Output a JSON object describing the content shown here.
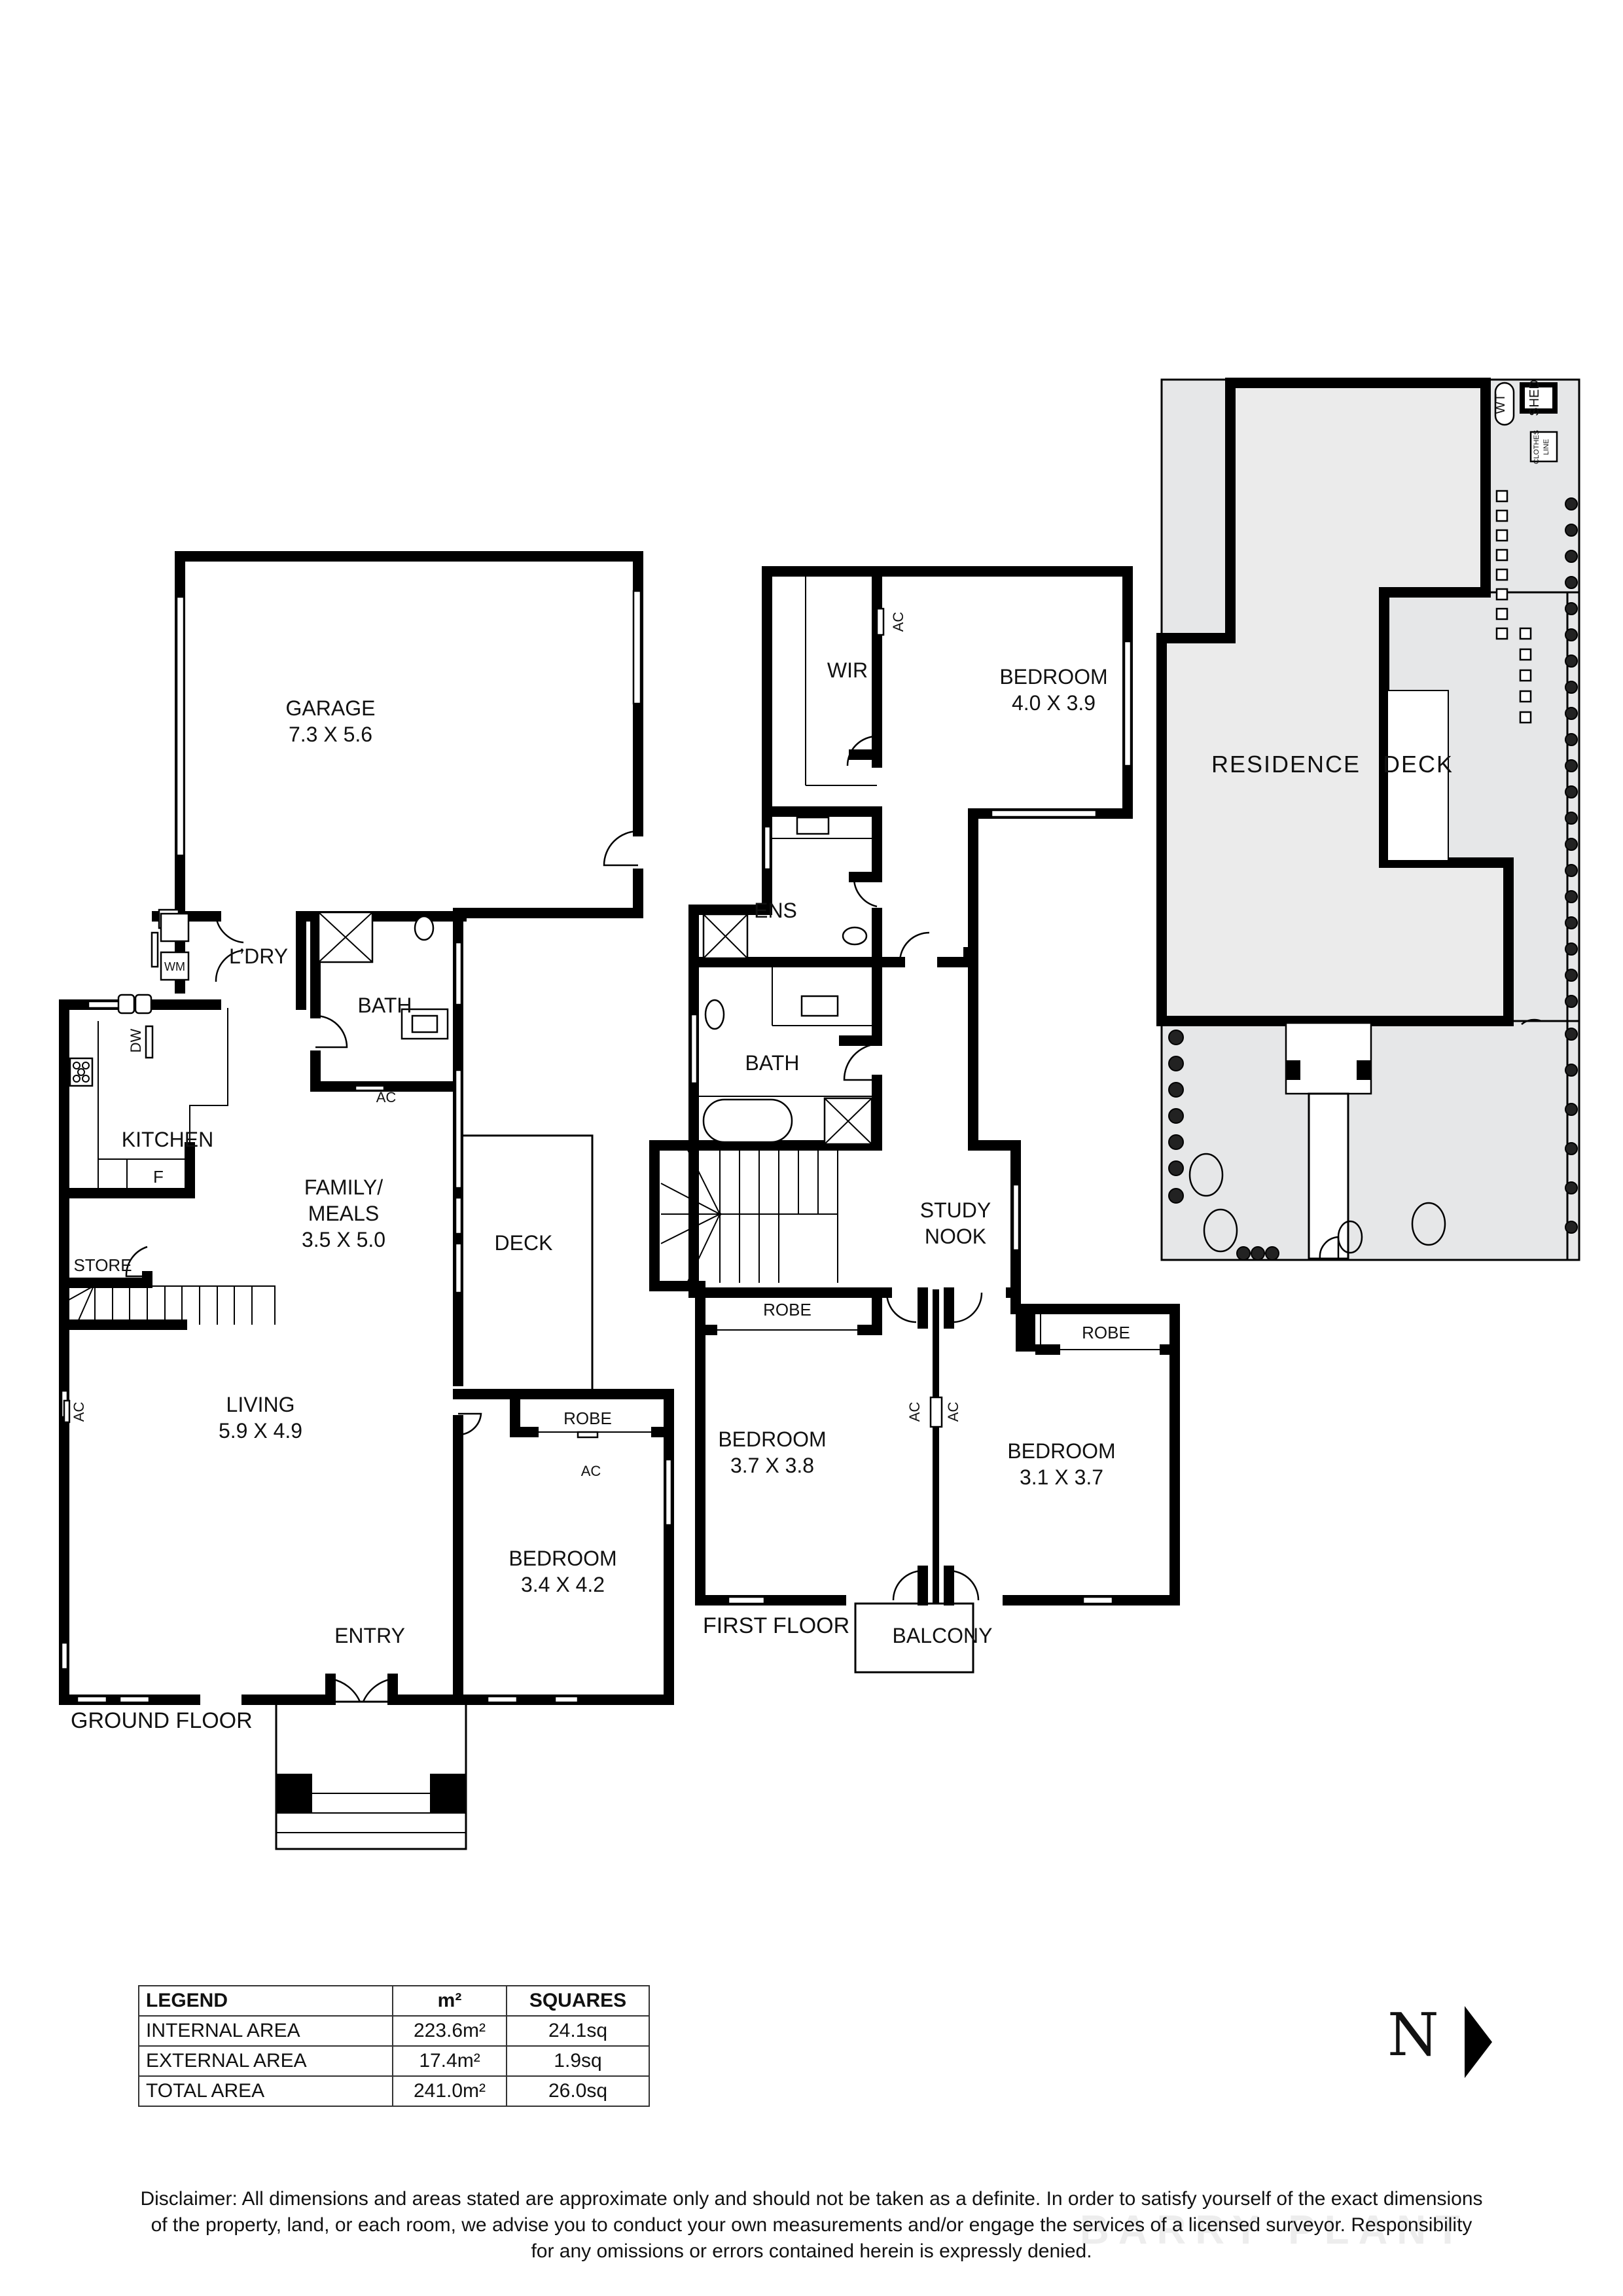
{
  "ground_floor": {
    "title": "GROUND FLOOR",
    "rooms": {
      "garage": {
        "name": "GARAGE",
        "size": "7.3 X 5.6"
      },
      "laundry": {
        "name": "L’DRY"
      },
      "washing_machine": {
        "name": "WM"
      },
      "bath": {
        "name": "BATH"
      },
      "bath_ac": {
        "name": "AC"
      },
      "kitchen": {
        "name": "KITCHEN"
      },
      "dishwasher": {
        "name": "DW"
      },
      "fridge": {
        "name": "F"
      },
      "family_meals": {
        "name_line1": "FAMILY/",
        "name_line2": "MEALS",
        "size": "3.5 X 5.0"
      },
      "store": {
        "name": "STORE"
      },
      "deck": {
        "name": "DECK"
      },
      "living": {
        "name": "LIVING",
        "size": "5.9 X 4.9"
      },
      "living_ac": {
        "name": "AC"
      },
      "entry": {
        "name": "ENTRY"
      },
      "bedroom": {
        "name": "BEDROOM",
        "size": "3.4 X 4.2"
      },
      "bedroom_robe": {
        "name": "ROBE"
      },
      "bedroom_ac": {
        "name": "AC"
      }
    }
  },
  "first_floor": {
    "title": "FIRST FLOOR",
    "rooms": {
      "wir": {
        "name": "WIR"
      },
      "master_ac": {
        "name": "AC"
      },
      "master_bedroom": {
        "name": "BEDROOM",
        "size": "4.0 X 3.9"
      },
      "ensuite": {
        "name": "ENS"
      },
      "bath": {
        "name": "BATH"
      },
      "study_nook": {
        "name_line1": "STUDY",
        "name_line2": "NOOK"
      },
      "bedroom2_robe": {
        "name": "ROBE"
      },
      "bedroom2": {
        "name": "BEDROOM",
        "size": "3.7 X 3.8"
      },
      "bedroom2_ac": {
        "name": "AC"
      },
      "bedroom3_ac": {
        "name": "AC"
      },
      "bedroom3_robe": {
        "name": "ROBE"
      },
      "bedroom3": {
        "name": "BEDROOM",
        "size": "3.1 X 3.7"
      },
      "balcony": {
        "name": "BALCONY"
      }
    }
  },
  "site_plan": {
    "residence": "RESIDENCE",
    "deck": "DECK",
    "water_tank": "WT",
    "shed": "SHED",
    "clothes_line_1": "CLOTHES",
    "clothes_line_2": "LINE"
  },
  "legend": {
    "headers": [
      "LEGEND",
      "m²",
      "SQUARES"
    ],
    "rows": [
      {
        "label": "INTERNAL AREA",
        "m2": "223.6m²",
        "squares": "24.1sq"
      },
      {
        "label": "EXTERNAL AREA",
        "m2": "17.4m²",
        "squares": "1.9sq"
      },
      {
        "label": "TOTAL AREA",
        "m2": "241.0m²",
        "squares": "26.0sq"
      }
    ]
  },
  "compass": {
    "label": "N",
    "icon": "north-arrow-icon",
    "direction": "right"
  },
  "disclaimer": {
    "line1": "Disclaimer: All dimensions and areas stated are approximate only and should not be taken as a definite. In order to satisfy yourself of the exact dimensions",
    "line2": "of the property, land, or each room, we advise you to conduct your own measurements and/or engage the services of a licensed surveyor. Responsibility",
    "line3": "for any omissions or errors contained herein is expressly denied."
  },
  "watermark": "BARRY PLANT",
  "colors": {
    "wall": "#000000",
    "site_fill": "#ebebeb",
    "background": "#ffffff"
  }
}
